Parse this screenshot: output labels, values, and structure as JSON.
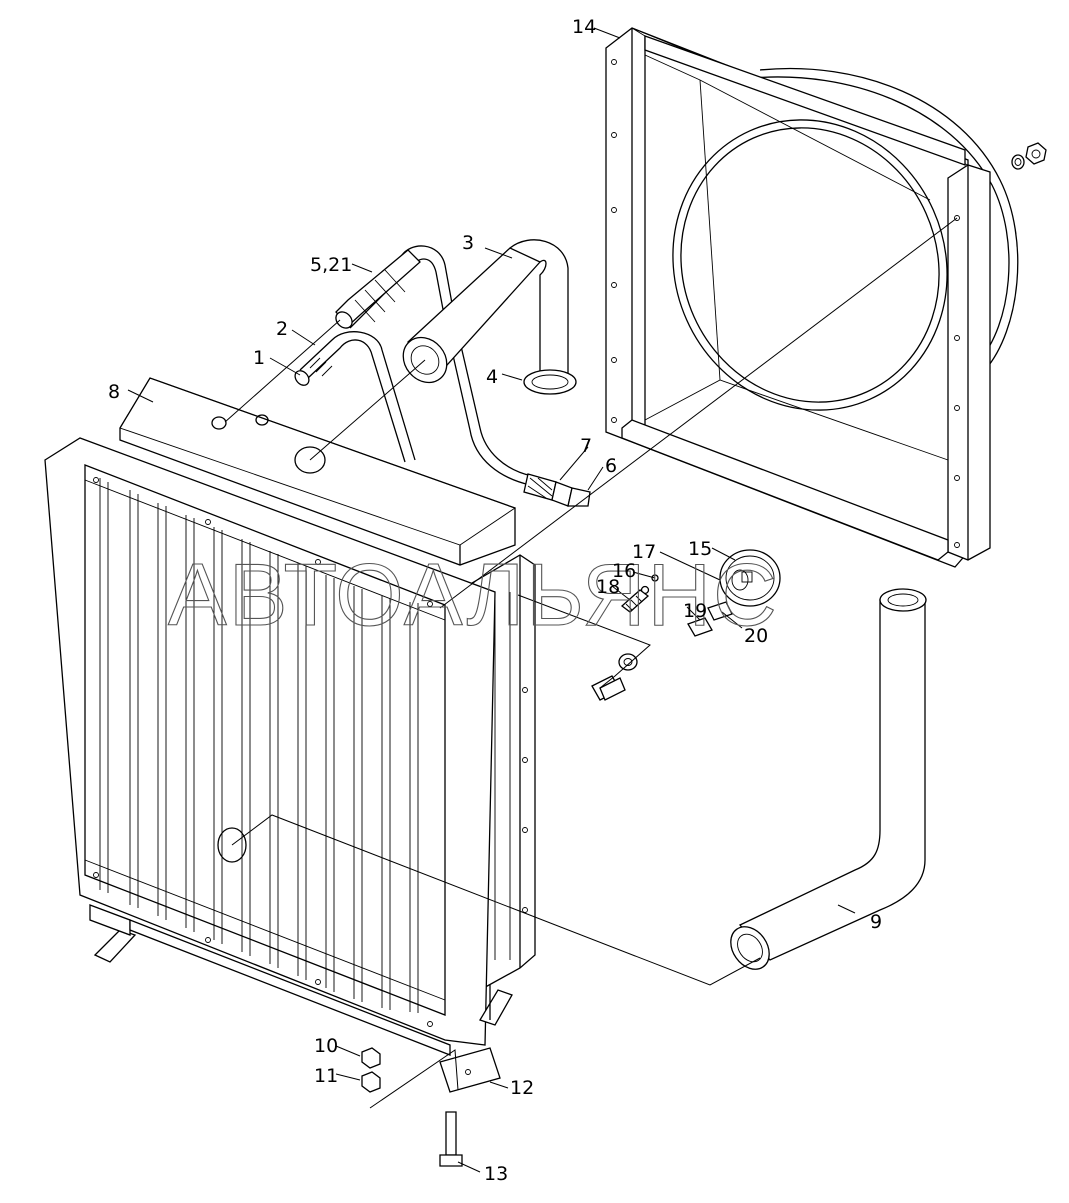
{
  "watermark": "АВТОАЛЬЯНС",
  "callouts": {
    "c1": "1",
    "c2": "2",
    "c3": "3",
    "c4": "4",
    "c5_21": "5,21",
    "c6": "6",
    "c7": "7",
    "c8": "8",
    "c9": "9",
    "c10": "10",
    "c11": "11",
    "c12": "12",
    "c13": "13",
    "c14": "14",
    "c15": "15",
    "c16": "16",
    "c17": "17",
    "c18": "18",
    "c19": "19",
    "c20": "20"
  }
}
